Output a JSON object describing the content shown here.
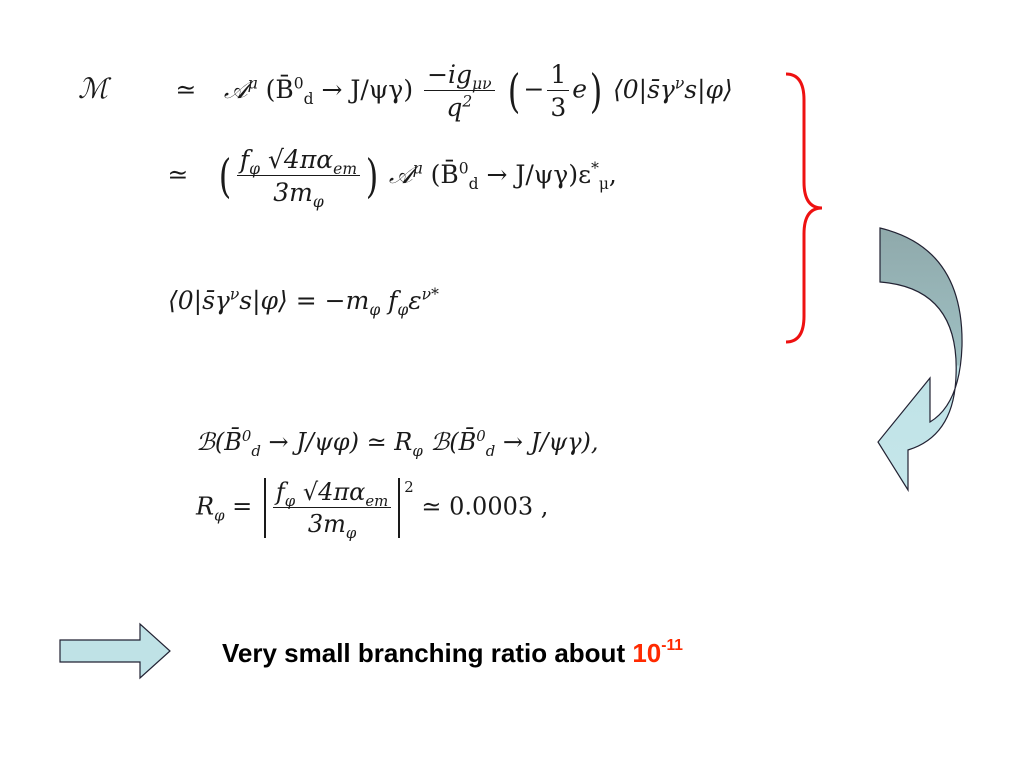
{
  "equations": {
    "amp_line1": {
      "lhs": "ℳ",
      "rel": "≃",
      "pre": "𝒜",
      "pre_sup": "μ",
      "paren_main": "(B̄",
      "b_sup": "0",
      "b_sub": "d",
      "decay": " → J/ψγ)",
      "frac1_num": "−ig",
      "frac1_num_sub": "μν",
      "frac1_den": "q",
      "frac1_den_sup": "2",
      "minus": "−",
      "frac2_num": "1",
      "frac2_den": "3",
      "e": "e",
      "bra": "⟨0|s̄γ",
      "bra_sup": "ν",
      "ket": "s|φ⟩"
    },
    "amp_line2": {
      "rel": "≃",
      "f_num": "f",
      "f_sub": "φ",
      "sqrt": "√4πα",
      "alpha_sub": "em",
      "den": "3m",
      "den_sub": "φ",
      "pre": "𝒜",
      "pre_sup": "μ",
      "paren_main": "(B̄",
      "b_sup": "0",
      "b_sub": "d",
      "decay": " → J/ψγ)ε",
      "eps_sup": "*",
      "eps_sub": "μ",
      "end": ","
    },
    "matrix_elem": {
      "lhs": "⟨0|s̄γ",
      "lhs_sup": "ν",
      "lhs_end": "s|φ⟩ = −m",
      "m_sub": "φ",
      "f": " f",
      "f_sub": "φ",
      "eps": "ε",
      "eps_sup": "ν*"
    },
    "br_line": {
      "b": "ℬ(B̄",
      "b_sup": "0",
      "b_sub": "d",
      "mid": " → J/ψφ) ≃ R",
      "r_sub": "φ",
      "b2": " ℬ(B̄",
      "b2_sup": "0",
      "b2_sub": "d",
      "end": " → J/ψγ),"
    },
    "r_line": {
      "lhs": "R",
      "lhs_sub": "φ",
      "eq": " = ",
      "f_num": "f",
      "f_sub": "φ",
      "sqrt": "√4πα",
      "alpha_sub": "em",
      "den": "3m",
      "den_sub": "φ",
      "pow": "2",
      "tail": "≃ 0.0003 ,"
    }
  },
  "conclusion": {
    "text": "Very small branching ratio about ",
    "value": "10",
    "exponent": "-11"
  },
  "colors": {
    "brace": "#ee1111",
    "curved_arrow_dark": "#8fa9ab",
    "curved_arrow_light": "#bfe2e6",
    "right_arrow_fill": "#bfe2e6",
    "highlight": "#ff2a00"
  }
}
